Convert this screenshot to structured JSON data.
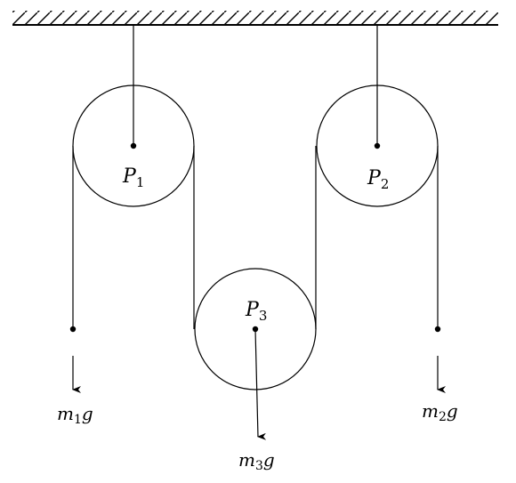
{
  "pulleys": [
    {
      "name": "P",
      "sub": "1"
    },
    {
      "name": "P",
      "sub": "2"
    },
    {
      "name": "P",
      "sub": "3"
    }
  ],
  "forces": [
    {
      "m": "m",
      "sub": "1",
      "g": "g"
    },
    {
      "m": "m",
      "sub": "2",
      "g": "g"
    },
    {
      "m": "m",
      "sub": "3",
      "g": "g"
    }
  ]
}
